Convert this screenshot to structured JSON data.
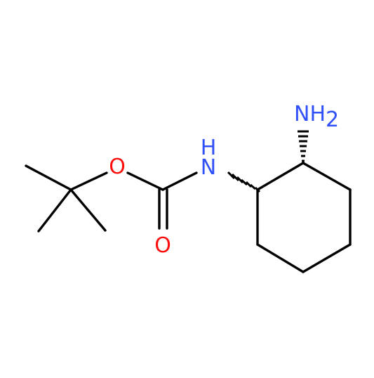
{
  "molecule": {
    "atoms": {
      "oxygen_ester": "O",
      "oxygen_carbonyl": "O",
      "nitrogen_amide": "N",
      "hydrogen_amide": "H",
      "nitrogen_amine": "NH",
      "amine_subscript": "2"
    },
    "colors": {
      "bond": "#000000",
      "oxygen": "#ff0d0d",
      "nitrogen": "#3050f8"
    }
  }
}
